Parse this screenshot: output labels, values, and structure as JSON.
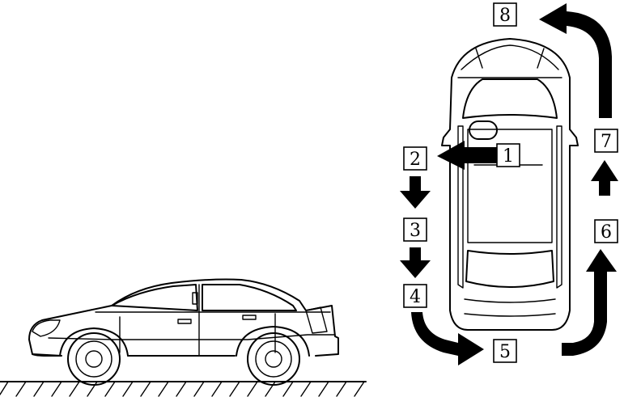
{
  "labels": {
    "step1": "1",
    "step2": "2",
    "step3": "3",
    "step4": "4",
    "step5": "5",
    "step6": "6",
    "step7": "7",
    "step8": "8"
  },
  "colors": {
    "ink": "#000000",
    "paper": "#ffffff"
  }
}
